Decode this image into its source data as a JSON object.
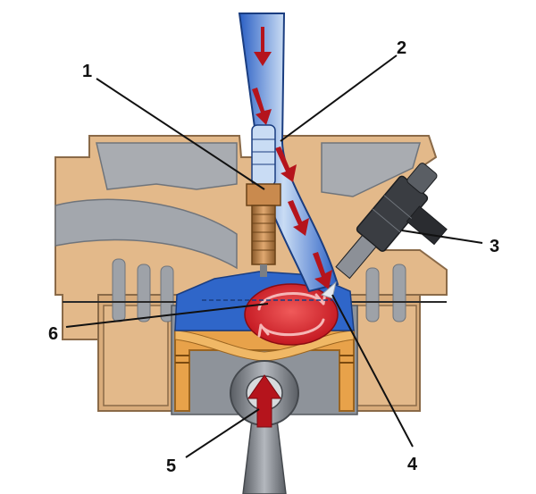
{
  "callouts": {
    "c1": "1",
    "c2": "2",
    "c3": "3",
    "c4": "4",
    "c5": "5",
    "c6": "6"
  },
  "colors": {
    "block": "#e3b98a",
    "block_shadow": "#b88a5c",
    "block_outline": "#8a6a48",
    "gray_metal": "#9ea2a8",
    "gray_dark": "#6f747b",
    "intake_blue": "#2f66c9",
    "intake_light": "#bcd2f0",
    "chamber_red": "#d8222e",
    "arrow_red": "#b5141c",
    "piston_orange": "#e8a24a",
    "injector_dark": "#3a3d42",
    "label_text": "#111111"
  },
  "icons": {
    "spark_plug": "spark-plug-icon",
    "fuel_injector": "fuel-injector-icon",
    "piston": "piston-icon",
    "connecting_rod": "connecting-rod-icon",
    "flow_arrow": "flow-arrow-icon"
  }
}
